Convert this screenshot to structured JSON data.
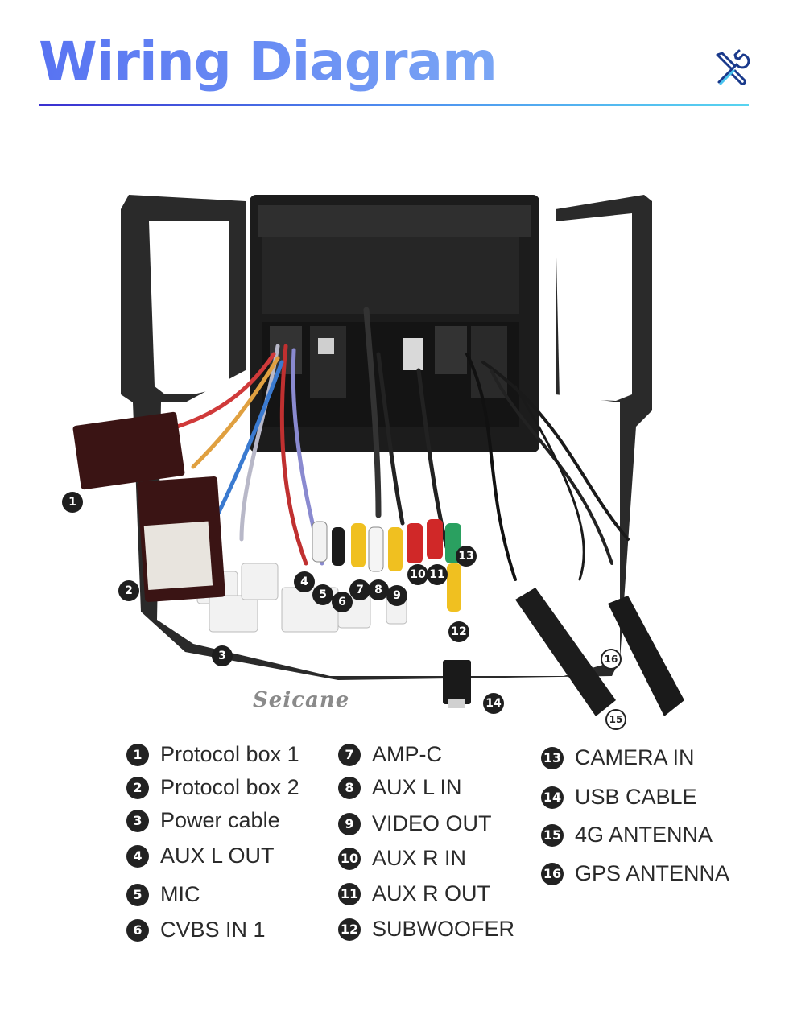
{
  "header": {
    "title": "Wiring Diagram",
    "icon": "tools-icon",
    "accent_color": "#5b7ff2"
  },
  "brand": "Seicane",
  "callouts": [
    "1",
    "2",
    "3",
    "4",
    "5",
    "6",
    "7",
    "8",
    "9",
    "10",
    "11",
    "12",
    "13",
    "14",
    "15",
    "16"
  ],
  "legend": [
    {
      "num": "1",
      "label": "Protocol box 1"
    },
    {
      "num": "2",
      "label": "Protocol box 2"
    },
    {
      "num": "3",
      "label": "Power cable"
    },
    {
      "num": "4",
      "label": "AUX L OUT"
    },
    {
      "num": "5",
      "label": "MIC"
    },
    {
      "num": "6",
      "label": "CVBS IN 1"
    },
    {
      "num": "7",
      "label": "AMP-C"
    },
    {
      "num": "8",
      "label": "AUX L IN"
    },
    {
      "num": "9",
      "label": "VIDEO OUT"
    },
    {
      "num": "10",
      "label": "AUX R IN"
    },
    {
      "num": "11",
      "label": "AUX R OUT"
    },
    {
      "num": "12",
      "label": "SUBWOOFER"
    },
    {
      "num": "13",
      "label": "CAMERA IN"
    },
    {
      "num": "14",
      "label": "USB CABLE"
    },
    {
      "num": "15",
      "label": "4G ANTENNA"
    },
    {
      "num": "16",
      "label": "GPS ANTENNA"
    }
  ]
}
